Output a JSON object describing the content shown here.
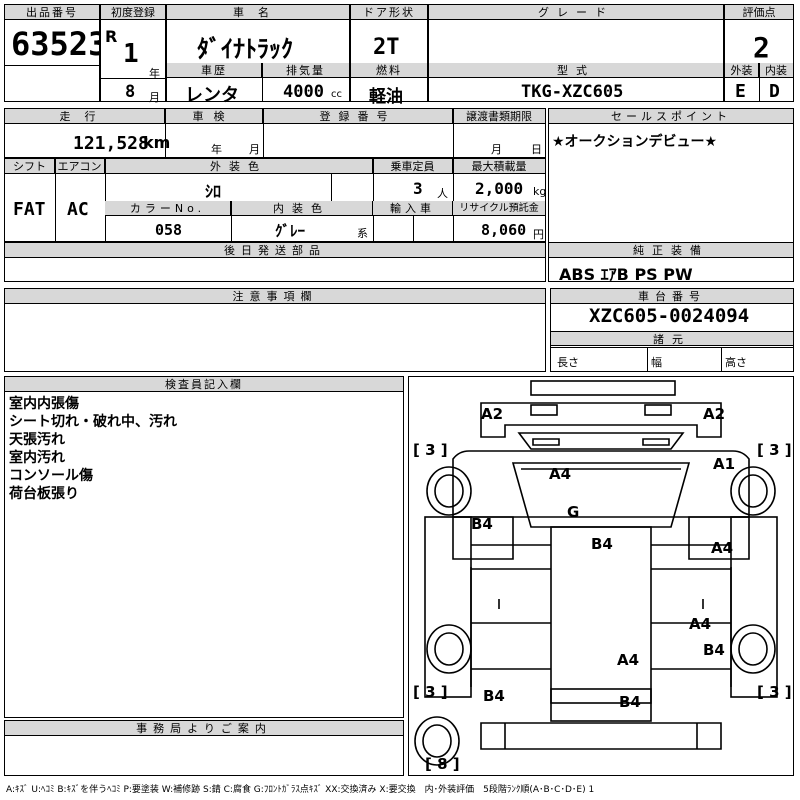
{
  "header": {
    "lot_label": "出品番号",
    "lot_value": "63523",
    "first_reg_label": "初度登録",
    "first_reg_era": "R",
    "first_reg_year": "1",
    "year_unit": "年",
    "first_reg_month": "8",
    "month_unit": "月",
    "name_label": "車名",
    "name_value": "ﾀﾞｲﾅﾄﾗｯｸ",
    "history_label": "車歴",
    "history_value": "レンタ",
    "displacement_label": "排気量",
    "displacement_value": "4000",
    "displacement_unit": "cc",
    "door_label": "ドア形状",
    "door_value": "2T",
    "fuel_label": "燃料",
    "fuel_value": "軽油",
    "grade_label": "グレード",
    "grade_value": "",
    "model_label": "型式",
    "model_value": "TKG-XZC605",
    "score_label": "評価点",
    "score_value": "2",
    "exterior_label": "外装",
    "exterior_value": "E",
    "interior_label": "内装",
    "interior_value": "D"
  },
  "row2": {
    "mileage_label": "走行",
    "mileage_value": "121,528",
    "mileage_unit": "km",
    "inspection_label": "車検",
    "inspection_year": "年",
    "inspection_month": "月",
    "reg_no_label": "登録番号",
    "reg_no_value": "",
    "transfer_label": "譲渡書類期限",
    "transfer_month": "月",
    "transfer_day": "日",
    "sales_label": "セールスポイント",
    "sales_value": "★オークションデビュー★"
  },
  "row3": {
    "shift_label": "シフト",
    "shift_value": "FAT",
    "ac_label": "エアコン",
    "ac_value": "AC",
    "exterior_color_label": "外装色",
    "exterior_color_value": "ｼﾛ",
    "capacity_label": "乗車定員",
    "capacity_value": "3",
    "capacity_unit": "人",
    "load_label": "最大積載量",
    "load_value": "2,000",
    "load_unit": "kg",
    "color_no_label": "カラーNo.",
    "color_no_value": "058",
    "interior_color_label": "内装色",
    "interior_color_value": "ｸﾞﾚｰ",
    "interior_color_unit": "系",
    "import_label": "輸入車",
    "import_value": "",
    "recycle_label": "リサイクル預託金",
    "recycle_value": "8,060",
    "recycle_unit": "円"
  },
  "parts": {
    "later_parts_label": "後日発送部品",
    "later_parts_value": "",
    "equipment_label": "純正装備",
    "equipment_value": "ABS ｴｱB PS PW"
  },
  "notes": {
    "caution_label": "注意事項欄",
    "caution_value": "",
    "chassis_label": "車台番号",
    "chassis_value": "XZC605-0024094",
    "specs_label": "諸元",
    "length_label": "長さ",
    "width_label": "幅",
    "height_label": "高さ"
  },
  "inspector": {
    "label": "検査員記入欄",
    "lines": [
      "室内内張傷",
      "シート切れ・破れ中、汚れ",
      "天張汚れ",
      "室内汚れ",
      "コンソール傷",
      "荷台板張り"
    ]
  },
  "office": {
    "label": "事務局よりご案内",
    "value": ""
  },
  "diagram": {
    "marks": [
      "A2",
      "A2",
      "A4",
      "A1",
      "G",
      "B4",
      "B4",
      "A4",
      "A4",
      "B4",
      "A4",
      "B4",
      "B4"
    ],
    "brackets": [
      "[ 3 ]",
      "[ 3 ]",
      "[ 3 ]",
      "[ 3 ]",
      "[ 8 ]"
    ]
  },
  "legend": "A:ｷｽﾞ U:ﾍｺﾐ B:ｷｽﾞを伴うﾍｺﾐ P:要塗装 W:補修跡 S:錆 C:腐食 G:ﾌﾛﾝﾄｶﾞﾗｽ点ｷｽﾞ XX:交換済み X:要交換　内･外装評価　5段階ﾗﾝｸ順(A･B･C･D･E) 1"
}
